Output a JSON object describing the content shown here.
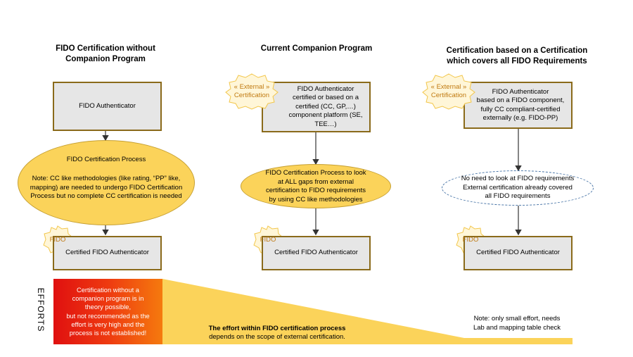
{
  "columns": [
    {
      "title": "FIDO Certification without\nCompanion Program",
      "top_box": "FIDO Authenticator",
      "process_title": "FIDO Certification Process",
      "process_note": "Note: CC like methodologies  (like rating, “PP” like,\nmapping) are needed to undergo FIDO Certification\nProcess but no complete CC certification is needed",
      "badge": "FIDO",
      "bottom_box": "Certified FIDO Authenticator"
    },
    {
      "title": "Current Companion Program",
      "external_badge": "« External »\nCertification",
      "top_box": "FIDO Authenticator\ncertified or based on a\ncertified (CC, GP,…)\ncomponent platform (SE,\nTEE…)",
      "process": "FIDO Certification Process to look\nat ALL gaps from external\ncertification to FIDO requirements\nby using CC like methodologies",
      "badge": "FIDO",
      "bottom_box": "Certified FIDO Authenticator"
    },
    {
      "title": "Certification based on a Certification\nwhich covers all FIDO Requirements",
      "external_badge": "« External »\nCertification",
      "top_box": "FIDO Authenticator\nbased on a FIDO component,\nfully CC compliant-certified\nexternally (e.g. FIDO-PP)",
      "process": "No need to look at FIDO requirements\nExternal certification already covered\nall FIDO requirements",
      "badge": "FIDO",
      "bottom_box": "Certified FIDO Authenticator"
    }
  ],
  "efforts": {
    "label": "EFFORTS",
    "red_box_text": "Certification without  a\ncompanion  program is in\ntheory possible,\nbut not recommended  as the\neffort is very high and the\nprocess is not established!",
    "middle_bold": "The effort within FIDO certification process",
    "middle_normal": "depends on the scope of external certification.",
    "right_note": "Note: only small effort, needs\nLab and mapping table check"
  },
  "colors": {
    "box_fill": "#e6e6e6",
    "box_border": "#8a6a1a",
    "ellipse_fill": "#fbd35a",
    "badge_fill": "#fff6d8",
    "dashed_border": "#4a76a8",
    "wedge": "#fbd35a"
  }
}
